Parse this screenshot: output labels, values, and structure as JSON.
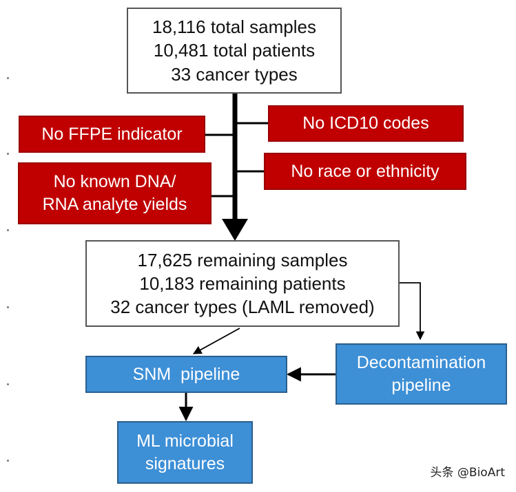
{
  "diagram": {
    "start_box": [
      "18,116 total samples",
      "10,481 total patients",
      "33 cancer types"
    ],
    "exclusions": {
      "no_ffpe": "No FFPE indicator",
      "no_analyte": [
        "No known DNA/",
        "RNA analyte yields"
      ],
      "no_icd10": "No ICD10 codes",
      "no_race": "No race or ethnicity"
    },
    "remaining_box": [
      "17,625 remaining samples",
      "10,183 remaining patients",
      "32 cancer types (LAML removed)"
    ],
    "snm_pipeline": "SNM  pipeline",
    "decontamination": [
      "Decontamination",
      "pipeline"
    ],
    "ml_signatures": [
      "ML microbial",
      "signatures"
    ],
    "colors": {
      "exclusion_fill": "#c00000",
      "pipeline_fill": "#3d8fd6",
      "arrow": "#000000"
    }
  },
  "watermark": "头条 @BioArt"
}
